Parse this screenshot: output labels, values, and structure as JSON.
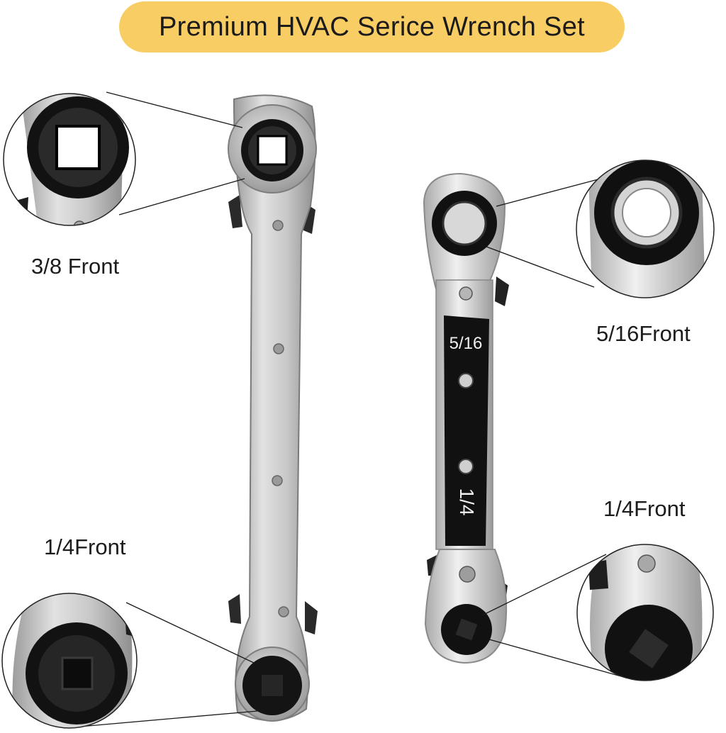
{
  "banner": {
    "title": "Premium HVAC Serice Wrench Set",
    "color": "#f8cd64"
  },
  "callouts": {
    "large_top": "3/8 Front",
    "large_bottom": "1/4Front",
    "small_top": "5/16Front",
    "small_bottom": "1/4Front"
  },
  "small_wrench_markings": {
    "upper": "5/16",
    "lower": "1/4"
  },
  "colors": {
    "chrome": "#c9c9c9",
    "chrome_dark": "#8a8a8a",
    "socket": "#151515",
    "black_band": "#111111"
  }
}
